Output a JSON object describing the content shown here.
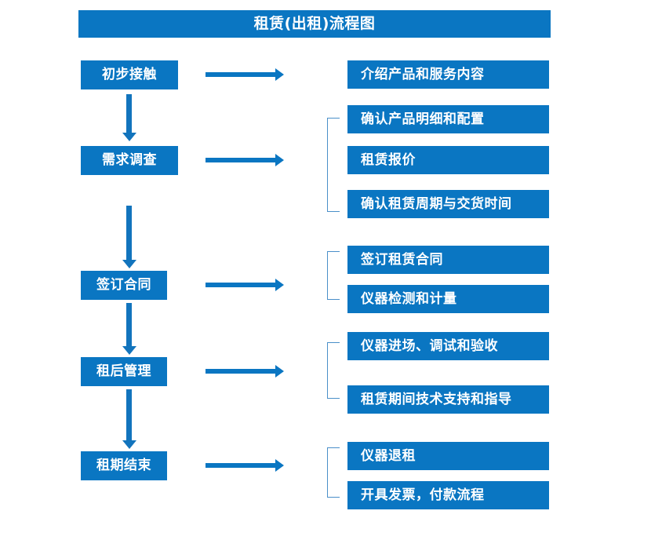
{
  "diagram": {
    "title": "租赁(出租)流程图",
    "accent_color": "#0a76c2",
    "bracket_color": "#4a8fc9",
    "text_color": "#ffffff",
    "background_color": "#ffffff",
    "stages": [
      {
        "id": "initial-contact",
        "label": "初步接触"
      },
      {
        "id": "demand-survey",
        "label": "需求调查"
      },
      {
        "id": "sign-contract",
        "label": "签订合同"
      },
      {
        "id": "post-rent-manage",
        "label": "租后管理"
      },
      {
        "id": "rental-end",
        "label": "租期结束"
      }
    ],
    "details": [
      {
        "id": "d1",
        "label": "介绍产品和服务内容"
      },
      {
        "id": "d2",
        "label": "确认产品明细和配置"
      },
      {
        "id": "d3",
        "label": "租赁报价"
      },
      {
        "id": "d4",
        "label": "确认租赁周期与交货时间"
      },
      {
        "id": "d5",
        "label": "签订租赁合同"
      },
      {
        "id": "d6",
        "label": "仪器检测和计量"
      },
      {
        "id": "d7",
        "label": "仪器进场、调试和验收"
      },
      {
        "id": "d8",
        "label": "租赁期间技术支持和指导"
      },
      {
        "id": "d9",
        "label": "仪器退租"
      },
      {
        "id": "d10",
        "label": "开具发票，付款流程"
      }
    ],
    "connectors": {
      "stage_to_detail_arrow": "right-arrow",
      "stage_to_stage_arrow": "down-arrow",
      "detail_group_marker": "left-bracket"
    },
    "chart_data": {
      "type": "diagram",
      "title": "租赁(出租)流程图",
      "orientation": "vertical-flow-with-branches",
      "nodes": [
        {
          "stage": "初步接触",
          "outputs": [
            "介绍产品和服务内容"
          ]
        },
        {
          "stage": "需求调查",
          "outputs": [
            "确认产品明细和配置",
            "租赁报价",
            "确认租赁周期与交货时间"
          ]
        },
        {
          "stage": "签订合同",
          "outputs": [
            "签订租赁合同",
            "仪器检测和计量"
          ]
        },
        {
          "stage": "租后管理",
          "outputs": [
            "仪器进场、调试和验收",
            "租赁期间技术支持和指导"
          ]
        },
        {
          "stage": "租期结束",
          "outputs": [
            "仪器退租",
            "开具发票，付款流程"
          ]
        }
      ]
    }
  }
}
